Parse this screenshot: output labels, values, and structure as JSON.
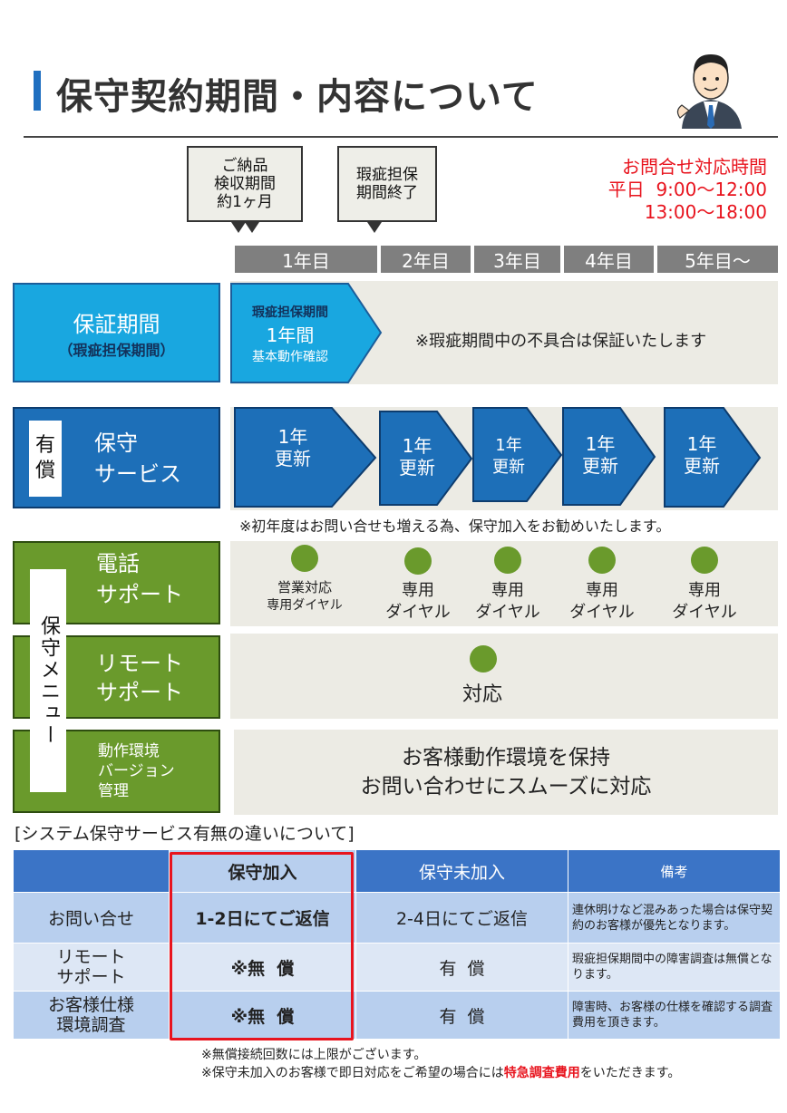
{
  "page": {
    "title": "保守契約期間・内容について"
  },
  "callouts": {
    "delivery": [
      "ご納品",
      "検収期間",
      "約1ヶ月"
    ],
    "warranty_end": [
      "瑕疵担保",
      "期間終了"
    ]
  },
  "hours": {
    "title": "お問合せ対応時間",
    "line1": "平日  9:00～12:00",
    "line2": "13:00～18:00"
  },
  "years": [
    "1年目",
    "2年目",
    "3年目",
    "4年目",
    "5年目～"
  ],
  "warranty": {
    "label": "保証期間",
    "sub": "（瑕疵担保期間）",
    "arrow_l1": "瑕疵担保期間",
    "arrow_l2": "1年間",
    "arrow_l3": "基本動作確認",
    "note": "※瑕疵期間中の不具合は保証いたします"
  },
  "paid": {
    "badge1": "有",
    "badge2": "償",
    "label1": "保守",
    "label2": "サービス",
    "renew1": "1年",
    "renew2": "更新",
    "note": "※初年度はお問い合せも増える為、保守加入をお勧めいたします。"
  },
  "menu": {
    "vertical": "保守メニュー",
    "phone": {
      "l1": "電話",
      "l2": "サポート",
      "cells": [
        [
          "営業対応",
          "専用ダイヤル"
        ],
        [
          "専用",
          "ダイヤル"
        ],
        [
          "専用",
          "ダイヤル"
        ],
        [
          "専用",
          "ダイヤル"
        ],
        [
          "専用",
          "ダイヤル"
        ]
      ]
    },
    "remote": {
      "l1": "リモート",
      "l2": "サポート",
      "value": "対応"
    },
    "env": {
      "l1": "動作環境",
      "l2": "バージョン",
      "l3": "管理",
      "value1": "お客様動作環境を保持",
      "value2": "お問い合わせにスムーズに対応"
    }
  },
  "compare": {
    "heading": "[システム保守サービス有無の違いについて]",
    "headers": [
      "",
      "保守加入",
      "保守未加入",
      "備考"
    ],
    "rows": [
      {
        "label": [
          "お問い合せ"
        ],
        "joined": "1-2日にてご返信",
        "not_joined": "2-4日にてご返信",
        "note": "連休明けなど混みあった場合は保守契約のお客様が優先となります。"
      },
      {
        "label": [
          "リモート",
          "サポート"
        ],
        "joined": "※無  償",
        "not_joined": "有  償",
        "note": "瑕疵担保期間中の障害調査は無償となります。"
      },
      {
        "label": [
          "お客様仕様",
          "環境調査"
        ],
        "joined": "※無  償",
        "not_joined": "有  償",
        "note": "障害時、お客様の仕様を確認する調査費用を頂きます。"
      }
    ]
  },
  "footer": {
    "note1": "※無償接続回数には上限がございます。",
    "note2_a": "※保守未加入のお客様で即日対応をご希望の場合には",
    "note2_red": "特急調査費用",
    "note2_b": "をいただきます。"
  },
  "colors": {
    "blue": "#1d6fb8",
    "light_blue": "#19a7e0",
    "green": "#6a9a2c",
    "red": "#e8141e",
    "gray": "#7f7f7f"
  },
  "icons": {
    "avatar": "businessman-avatar"
  }
}
